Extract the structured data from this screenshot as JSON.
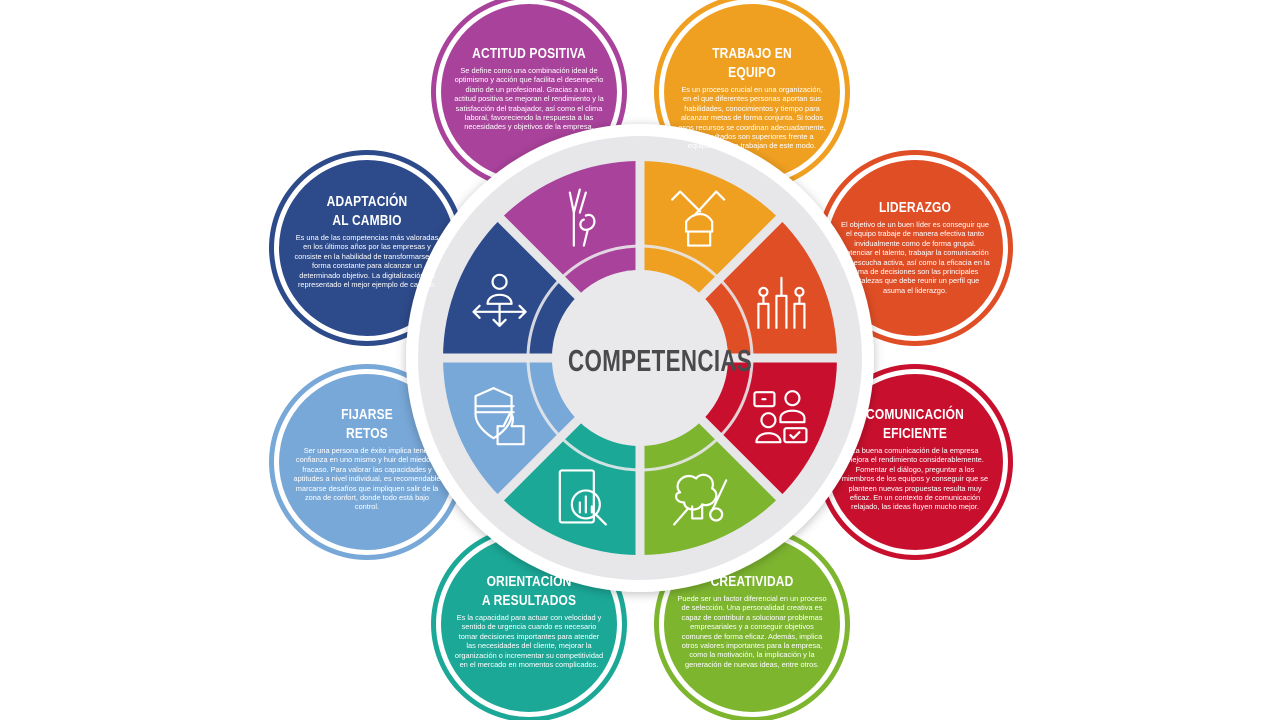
{
  "center_title": "COMPETENCIAS",
  "competencias": [
    {
      "id": "actitud-positiva",
      "title": [
        "ACTITUD POSITIVA"
      ],
      "color": "#a9429b",
      "icon": "ok-hand-icon",
      "body": "Se define como una combinación ideal de optimismo y acción que facilita el desempeño diario de un profesional. Gracias a una actitud positiva se mejoran el rendimiento y la satisfacción del trabajador, así como el clima laboral, favoreciendo la respuesta a las necesidades y objetivos de la empresa."
    },
    {
      "id": "trabajo-en-equipo",
      "title": [
        "TRABAJO EN EQUIPO"
      ],
      "color": "#f0a021",
      "icon": "stacked-hands-icon",
      "body": "Es un proceso crucial en una organización, en el que diferentes personas aportan sus habilidades, conocimientos y tiempo para alcanzar metas de forma conjunta. Si todos esos recursos se coordinan adecuadamente, los resultados son superiores frente a equipos que no trabajan de este modo."
    },
    {
      "id": "liderazgo",
      "title": [
        "LIDERAZGO"
      ],
      "color": "#e04e26",
      "icon": "raised-hands-icon",
      "body": "El objetivo de un buen líder es conseguir que el equipo trabaje de manera efectiva tanto invidualmente como de forma grupal. Potenciar el talento, trabajar la comunicación y la escucha activa, así como la eficacia en la toma de decisiones son las principales fortalezas que debe reunir un perfil que asuma el liderazgo."
    },
    {
      "id": "comunicacion-eficiente",
      "title": [
        "COMUNICACIÓN",
        "EFICIENTE"
      ],
      "color": "#c8102e",
      "icon": "conversation-icon",
      "body": "La buena comunicación de la empresa mejora el rendimiento considerablemente. Fomentar el diálogo, preguntar a los miembros de los equipos y conseguir que se planteen nuevas propuestas resulta muy eficaz. En un contexto de comunicación relajado, las ideas fluyen mucho mejor."
    },
    {
      "id": "creatividad",
      "title": [
        "CREATIVIDAD"
      ],
      "color": "#7db52f",
      "icon": "creative-bulb-icon",
      "body": "Puede ser un factor diferencial en un proceso de selección. Una personalidad creativa es capaz de contribuir a solucionar problemas empresariales y a conseguir objetivos comunes de forma eficaz. Además, implica otros valores importantes para la empresa, como la motivación, la implicación y la generación de nuevas ideas, entre otros."
    },
    {
      "id": "orientacion-a-resultados",
      "title": [
        "ORIENTACIÓN",
        "A RESULTADOS"
      ],
      "color": "#1ba897",
      "icon": "magnifier-chart-icon",
      "body": "Es la capacidad para actuar con velocidad y sentido de urgencia cuando es necesario tomar decisiones importantes para atender las necesidades del cliente, mejorar la organización o incrementar su competitividad en el mercado en momentos complicados."
    },
    {
      "id": "fijarse-retos",
      "title": [
        "FIJARSE",
        "RETOS"
      ],
      "color": "#78a8d8",
      "icon": "shield-thumbs-up-icon",
      "body": "Ser una persona de éxito implica tener confianza en uno mismo y huir del miedo al fracaso. Para valorar las capacidades y aptitudes a nivel individual, es recomendable marcarse desafíos que impliquen salir de la zona de confort, donde todo está bajo control."
    },
    {
      "id": "adaptacion-al-cambio",
      "title": [
        "ADAPTACIÓN",
        "AL CAMBIO"
      ],
      "color": "#2d4a8a",
      "icon": "person-arrows-icon",
      "body": "Es una de las competencias más valoradas en los últimos años por las empresas y consiste en la habilidad de transformarse de forma constante para alcanzar un determinado objetivo. La digitalización ha representado el mejor ejemplo de cambio."
    }
  ]
}
